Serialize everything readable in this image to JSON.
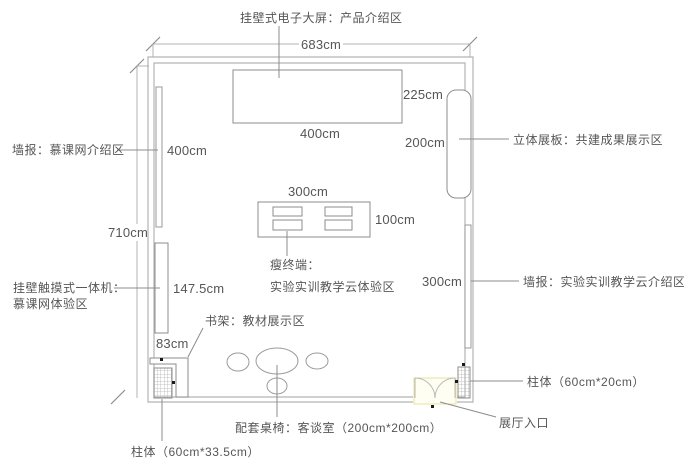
{
  "colors": {
    "wall_line": "#b3b3b3",
    "object_line": "#8c8c8c",
    "text": "#565656",
    "entrance_highlight": "#e8e09a"
  },
  "room": {
    "width_dim": "683cm",
    "height_dim": "710cm"
  },
  "wall_screen": {
    "label": "挂壁式电子大屏：产品介绍区",
    "width_dim": "400cm",
    "height_dim": "225cm",
    "gap_dim": "200cm"
  },
  "left_wall": {
    "poster_label": "墙报：慕课网介绍区",
    "poster_dim": "400cm",
    "machine_label_line1": "挂壁触摸式一体机：",
    "machine_label_line2": "慕课网体验区",
    "machine_dim": "147.5cm",
    "machine_gap_dim": "83cm"
  },
  "right_wall": {
    "board_label": "立体展板：共建成果展示区",
    "poster_dim": "300cm",
    "poster_label": "墙报：实验实训教学云介绍区",
    "column_label": "柱体（60cm*20cm）",
    "entrance_label": "展厅入口"
  },
  "center_area": {
    "table_width_dim": "300cm",
    "table_depth_dim": "100cm",
    "terminal_label_line1": "瘦终端：",
    "terminal_label_line2": "实验实训教学云体验区",
    "meeting_label": "配套桌椅：客谈室（200cm*200cm）"
  },
  "bottom_left": {
    "bookshelf_label": "书架：教材展示区",
    "column_label": "柱体（60cm*33.5cm）"
  }
}
